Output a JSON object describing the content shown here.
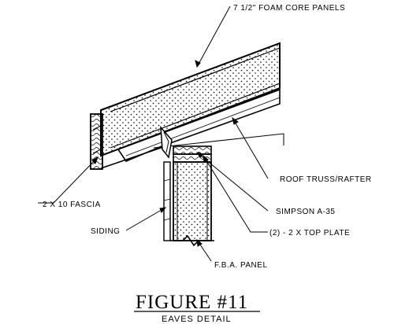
{
  "labels": {
    "foam_core_panels": "7 1/2\" FOAM CORE PANELS",
    "roof_truss_rafter": "ROOF TRUSS/RAFTER",
    "simpson": "SIMPSON A-35",
    "fascia": "2 X 10 FASCIA",
    "top_plate": "(2) - 2 X TOP PLATE",
    "siding": "SIDING",
    "fba_panel": "F.B.A. PANEL"
  },
  "figure": {
    "title": "FIGURE #11",
    "subtitle": "EAVES DETAIL"
  }
}
